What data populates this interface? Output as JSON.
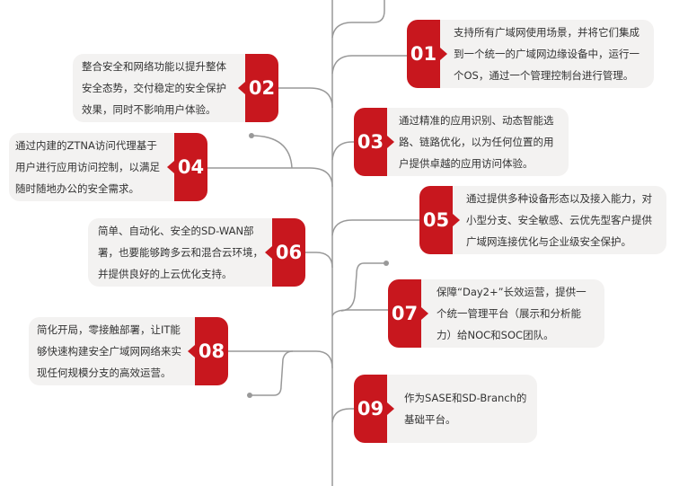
{
  "colors": {
    "accent": "#c8171e",
    "card": "#f3f2f1",
    "line": "#999999"
  },
  "items": [
    {
      "num": "01",
      "text": "支持所有广域网使用场景，并将它们集成到一个统一的广域网边缘设备中，运行一个OS，通过一个管理控制台进行管理。"
    },
    {
      "num": "02",
      "text": "整合安全和网络功能以提升整体安全态势，交付稳定的安全保护效果，同时不影响用户体验。"
    },
    {
      "num": "03",
      "text": "通过精准的应用识别、动态智能选路、链路优化，以为任何位置的用户提供卓越的应用访问体验。"
    },
    {
      "num": "04",
      "text": "通过内建的ZTNA访问代理基于用户进行应用访问控制，以满足随时随地办公的安全需求。"
    },
    {
      "num": "05",
      "text": "通过提供多种设备形态以及接入能力，对小型分支、安全敏感、云优先型客户提供广域网连接优化与企业级安全保护。"
    },
    {
      "num": "06",
      "text": "简单、自动化、安全的SD-WAN部署，也要能够跨多云和混合云环境，并提供良好的上云优化支持。"
    },
    {
      "num": "07",
      "text": "保障“Day2+”长效运营，提供一个统一管理平台（展示和分析能力）给NOC和SOC团队。"
    },
    {
      "num": "08",
      "text": "简化开局，零接触部署，让IT能够快速构建安全广域网网络来实现任何规模分支的高效运营。"
    },
    {
      "num": "09",
      "text": "作为SASE和SD-Branch的基础平台。"
    }
  ]
}
